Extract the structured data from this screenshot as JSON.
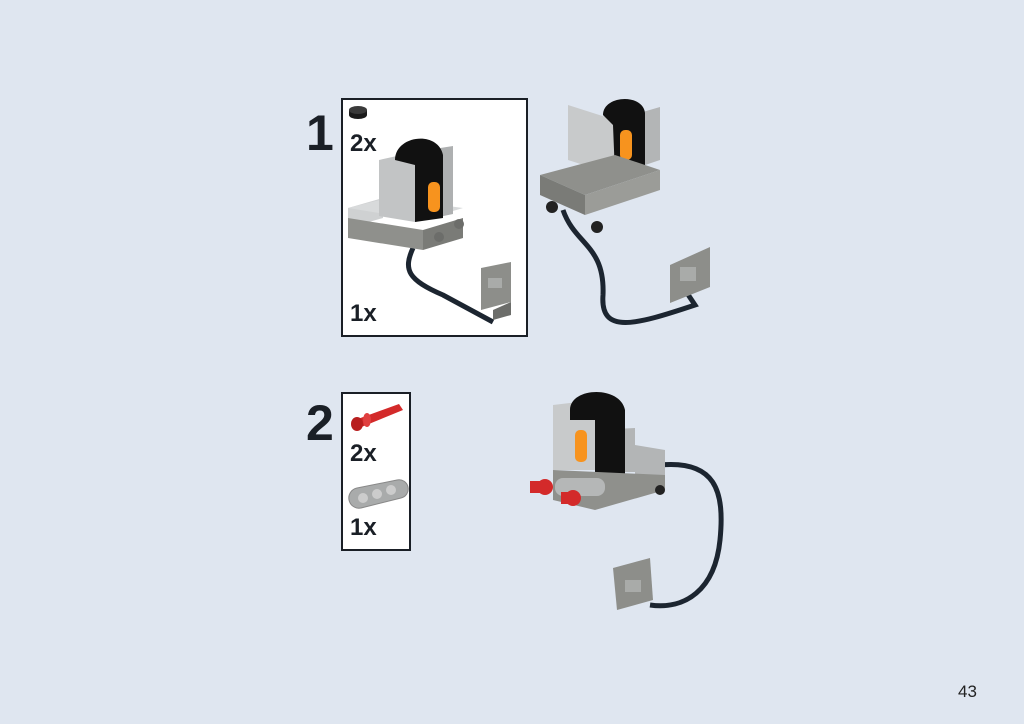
{
  "page_number": "43",
  "steps": [
    {
      "number": "1",
      "parts": [
        {
          "name": "round-plate-1x1",
          "color": "#1b1b1b",
          "qty": "2x"
        },
        {
          "name": "ir-sensor-with-cable",
          "color": "#a9aba9",
          "qty": "1x"
        }
      ]
    },
    {
      "number": "2",
      "parts": [
        {
          "name": "technic-pin-long",
          "color": "#d32a2a",
          "qty": "2x"
        },
        {
          "name": "technic-beam-3",
          "color": "#a9abab",
          "qty": "1x"
        }
      ]
    }
  ],
  "colors": {
    "background": "#dfe6f0",
    "frame": "#1a1f26",
    "light_gray": "#bfc1c2",
    "dark_gray": "#8d8e8a",
    "orange": "#f7931e",
    "red": "#d32a2a"
  }
}
